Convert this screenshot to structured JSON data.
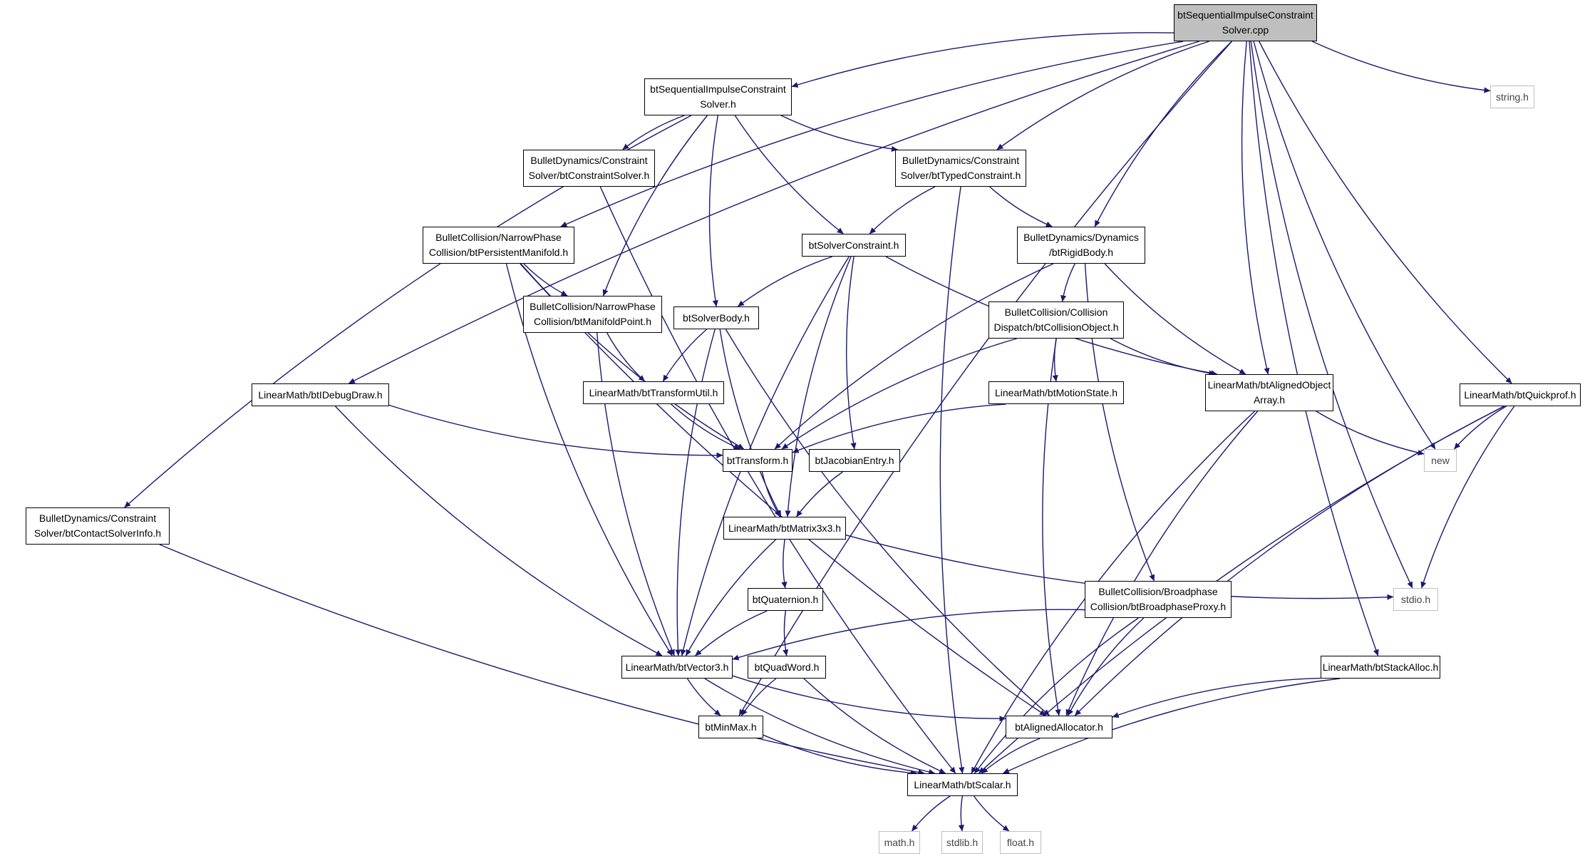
{
  "graph": {
    "colors": {
      "edge": "#191970",
      "main_fill": "#bfbfbf",
      "node_border": "#000000",
      "ext_border": "#bfbfbf"
    },
    "nodes": [
      {
        "id": "main_cpp",
        "label": "btSequentialImpulseConstraint\nSolver.cpp",
        "kind": "main"
      },
      {
        "id": "si_h",
        "label": "btSequentialImpulseConstraint\nSolver.h",
        "kind": "file"
      },
      {
        "id": "string_h",
        "label": "string.h",
        "kind": "ext"
      },
      {
        "id": "constraint_solver_h",
        "label": "BulletDynamics/Constraint\nSolver/btConstraintSolver.h",
        "kind": "file"
      },
      {
        "id": "typed_constraint_h",
        "label": "BulletDynamics/Constraint\nSolver/btTypedConstraint.h",
        "kind": "file"
      },
      {
        "id": "persistent_manifold_h",
        "label": "BulletCollision/NarrowPhase\nCollision/btPersistentManifold.h",
        "kind": "file"
      },
      {
        "id": "solver_constraint_h",
        "label": "btSolverConstraint.h",
        "kind": "file"
      },
      {
        "id": "rigid_body_h",
        "label": "BulletDynamics/Dynamics\n/btRigidBody.h",
        "kind": "file"
      },
      {
        "id": "manifold_point_h",
        "label": "BulletCollision/NarrowPhase\nCollision/btManifoldPoint.h",
        "kind": "file"
      },
      {
        "id": "solver_body_h",
        "label": "btSolverBody.h",
        "kind": "file"
      },
      {
        "id": "collision_object_h",
        "label": "BulletCollision/Collision\nDispatch/btCollisionObject.h",
        "kind": "file"
      },
      {
        "id": "idebug_draw_h",
        "label": "LinearMath/btIDebugDraw.h",
        "kind": "file"
      },
      {
        "id": "transform_util_h",
        "label": "LinearMath/btTransformUtil.h",
        "kind": "file"
      },
      {
        "id": "motion_state_h",
        "label": "LinearMath/btMotionState.h",
        "kind": "file"
      },
      {
        "id": "aligned_array_h",
        "label": "LinearMath/btAlignedObject\nArray.h",
        "kind": "file"
      },
      {
        "id": "quickprof_h",
        "label": "LinearMath/btQuickprof.h",
        "kind": "file"
      },
      {
        "id": "transform_h",
        "label": "btTransform.h",
        "kind": "file"
      },
      {
        "id": "jacobian_h",
        "label": "btJacobianEntry.h",
        "kind": "file"
      },
      {
        "id": "new_h",
        "label": "new",
        "kind": "ext"
      },
      {
        "id": "contact_info_h",
        "label": "BulletDynamics/Constraint\nSolver/btContactSolverInfo.h",
        "kind": "file"
      },
      {
        "id": "matrix3x3_h",
        "label": "LinearMath/btMatrix3x3.h",
        "kind": "file"
      },
      {
        "id": "broadphase_proxy_h",
        "label": "BulletCollision/Broadphase\nCollision/btBroadphaseProxy.h",
        "kind": "file"
      },
      {
        "id": "stdio_h",
        "label": "stdio.h",
        "kind": "ext"
      },
      {
        "id": "quaternion_h",
        "label": "btQuaternion.h",
        "kind": "file"
      },
      {
        "id": "vector3_h",
        "label": "LinearMath/btVector3.h",
        "kind": "file"
      },
      {
        "id": "quadword_h",
        "label": "btQuadWord.h",
        "kind": "file"
      },
      {
        "id": "stack_alloc_h",
        "label": "LinearMath/btStackAlloc.h",
        "kind": "file"
      },
      {
        "id": "minmax_h",
        "label": "btMinMax.h",
        "kind": "file"
      },
      {
        "id": "aligned_allocator_h",
        "label": "btAlignedAllocator.h",
        "kind": "file"
      },
      {
        "id": "scalar_h",
        "label": "LinearMath/btScalar.h",
        "kind": "file"
      },
      {
        "id": "math_h",
        "label": "math.h",
        "kind": "ext"
      },
      {
        "id": "stdlib_h",
        "label": "stdlib.h",
        "kind": "ext"
      },
      {
        "id": "float_h",
        "label": "float.h",
        "kind": "ext"
      }
    ],
    "edges": [
      [
        "main_cpp",
        "si_h"
      ],
      [
        "main_cpp",
        "string_h"
      ],
      [
        "main_cpp",
        "typed_constraint_h"
      ],
      [
        "main_cpp",
        "persistent_manifold_h"
      ],
      [
        "main_cpp",
        "rigid_body_h"
      ],
      [
        "main_cpp",
        "idebug_draw_h"
      ],
      [
        "main_cpp",
        "aligned_array_h"
      ],
      [
        "main_cpp",
        "quickprof_h"
      ],
      [
        "main_cpp",
        "new_h"
      ],
      [
        "main_cpp",
        "stdio_h"
      ],
      [
        "main_cpp",
        "stack_alloc_h"
      ],
      [
        "main_cpp",
        "minmax_h"
      ],
      [
        "si_h",
        "constraint_solver_h"
      ],
      [
        "si_h",
        "typed_constraint_h"
      ],
      [
        "si_h",
        "solver_constraint_h"
      ],
      [
        "si_h",
        "manifold_point_h"
      ],
      [
        "si_h",
        "solver_body_h"
      ],
      [
        "si_h",
        "contact_info_h"
      ],
      [
        "constraint_solver_h",
        "scalar_h"
      ],
      [
        "typed_constraint_h",
        "solver_constraint_h"
      ],
      [
        "typed_constraint_h",
        "rigid_body_h"
      ],
      [
        "typed_constraint_h",
        "scalar_h"
      ],
      [
        "persistent_manifold_h",
        "manifold_point_h"
      ],
      [
        "persistent_manifold_h",
        "transform_h"
      ],
      [
        "persistent_manifold_h",
        "vector3_h"
      ],
      [
        "persistent_manifold_h",
        "aligned_allocator_h"
      ],
      [
        "solver_constraint_h",
        "solver_body_h"
      ],
      [
        "solver_constraint_h",
        "jacobian_h"
      ],
      [
        "solver_constraint_h",
        "matrix3x3_h"
      ],
      [
        "solver_constraint_h",
        "vector3_h"
      ],
      [
        "solver_constraint_h",
        "aligned_array_h"
      ],
      [
        "rigid_body_h",
        "collision_object_h"
      ],
      [
        "rigid_body_h",
        "aligned_array_h"
      ],
      [
        "rigid_body_h",
        "transform_h"
      ],
      [
        "rigid_body_h",
        "broadphase_proxy_h"
      ],
      [
        "manifold_point_h",
        "transform_util_h"
      ],
      [
        "manifold_point_h",
        "vector3_h"
      ],
      [
        "solver_body_h",
        "transform_util_h"
      ],
      [
        "solver_body_h",
        "matrix3x3_h"
      ],
      [
        "solver_body_h",
        "vector3_h"
      ],
      [
        "solver_body_h",
        "aligned_allocator_h"
      ],
      [
        "collision_object_h",
        "motion_state_h"
      ],
      [
        "collision_object_h",
        "aligned_array_h"
      ],
      [
        "collision_object_h",
        "transform_h"
      ],
      [
        "collision_object_h",
        "aligned_allocator_h"
      ],
      [
        "idebug_draw_h",
        "transform_h"
      ],
      [
        "idebug_draw_h",
        "vector3_h"
      ],
      [
        "transform_util_h",
        "transform_h"
      ],
      [
        "motion_state_h",
        "transform_h"
      ],
      [
        "aligned_array_h",
        "new_h"
      ],
      [
        "aligned_array_h",
        "aligned_allocator_h"
      ],
      [
        "aligned_array_h",
        "scalar_h"
      ],
      [
        "quickprof_h",
        "new_h"
      ],
      [
        "quickprof_h",
        "stdio_h"
      ],
      [
        "quickprof_h",
        "aligned_allocator_h"
      ],
      [
        "quickprof_h",
        "scalar_h"
      ],
      [
        "transform_h",
        "matrix3x3_h"
      ],
      [
        "jacobian_h",
        "matrix3x3_h"
      ],
      [
        "contact_info_h",
        "scalar_h"
      ],
      [
        "matrix3x3_h",
        "quaternion_h"
      ],
      [
        "matrix3x3_h",
        "vector3_h"
      ],
      [
        "matrix3x3_h",
        "stdio_h"
      ],
      [
        "broadphase_proxy_h",
        "vector3_h"
      ],
      [
        "broadphase_proxy_h",
        "aligned_allocator_h"
      ],
      [
        "broadphase_proxy_h",
        "scalar_h"
      ],
      [
        "quaternion_h",
        "vector3_h"
      ],
      [
        "quaternion_h",
        "quadword_h"
      ],
      [
        "vector3_h",
        "minmax_h"
      ],
      [
        "vector3_h",
        "aligned_allocator_h"
      ],
      [
        "vector3_h",
        "scalar_h"
      ],
      [
        "quadword_h",
        "minmax_h"
      ],
      [
        "quadword_h",
        "scalar_h"
      ],
      [
        "stack_alloc_h",
        "aligned_allocator_h"
      ],
      [
        "stack_alloc_h",
        "scalar_h"
      ],
      [
        "minmax_h",
        "scalar_h"
      ],
      [
        "aligned_allocator_h",
        "scalar_h"
      ],
      [
        "scalar_h",
        "math_h"
      ],
      [
        "scalar_h",
        "stdlib_h"
      ],
      [
        "scalar_h",
        "float_h"
      ]
    ]
  }
}
